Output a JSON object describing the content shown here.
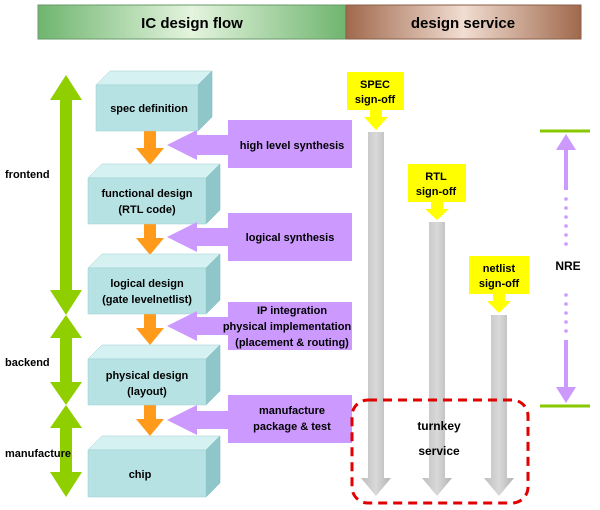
{
  "header": {
    "left_title": "IC design flow",
    "right_title": "design service",
    "left_color": "#8fc98f",
    "right_color": "#b5876a"
  },
  "phases": {
    "frontend": "frontend",
    "backend": "backend",
    "manufacture": "manufacture"
  },
  "flow_steps": [
    {
      "line1": "spec definition",
      "line2": ""
    },
    {
      "line1": "functional design",
      "line2": "(RTL code)"
    },
    {
      "line1": "logical design",
      "line2": "(gate levelnetlist)"
    },
    {
      "line1": "physical design",
      "line2": "(layout)"
    },
    {
      "line1": "chip",
      "line2": ""
    }
  ],
  "processes": [
    {
      "lines": [
        "high level synthesis"
      ]
    },
    {
      "lines": [
        "logical synthesis"
      ]
    },
    {
      "lines": [
        "IP integration",
        "physical implementation",
        "(placement & routing)"
      ]
    },
    {
      "lines": [
        "manufacture",
        "package & test"
      ]
    }
  ],
  "signoffs": [
    {
      "line1": "SPEC",
      "line2": "sign-off"
    },
    {
      "line1": "RTL",
      "line2": "sign-off"
    },
    {
      "line1": "netlist",
      "line2": "sign-off"
    }
  ],
  "nre": "NRE",
  "turnkey": {
    "line1": "turnkey",
    "line2": "service"
  },
  "colors": {
    "box_front": "#b7e2e4",
    "box_top": "#d6f1f2",
    "box_side": "#8fc6c9",
    "process": "#cc99ff",
    "flow_arrow": "#ff9a1a",
    "phase_arrow": "#8fcf00",
    "signoff": "#ffff00",
    "service_arrow": "#c9c9c9",
    "nre": "#cc99ff",
    "nre_bar": "#88c800",
    "turnkey_border": "#e00000"
  }
}
